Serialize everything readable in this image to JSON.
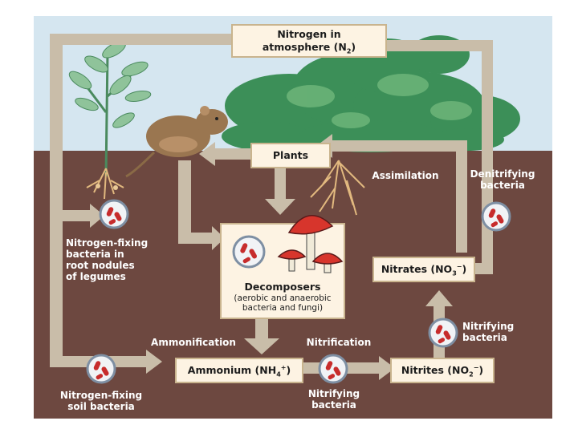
{
  "colors": {
    "sky": "#d5e6f0",
    "soil": "#6d4840",
    "arrow": "#c9bda9",
    "box_fill": "#fdf3e3",
    "box_border": "#c9b48e",
    "label_text": "#ffffff",
    "bacteria_ring": "#7e8fa3",
    "bacteria_cell": "#c72c2c",
    "mushroom_cap": "#d7352c",
    "foliage": "#3c8f58"
  },
  "boxes": {
    "atmosphere": {
      "line1": "Nitrogen in",
      "line2": "atmosphere (N",
      "sub": "2",
      "end": ")"
    },
    "plants": {
      "text": "Plants"
    },
    "decomposers": {
      "title": "Decomposers",
      "line1": "(aerobic and anaerobic",
      "line2": "bacteria and fungi)"
    },
    "ammonium": {
      "pre": "Ammonium (NH",
      "sub": "4",
      "sup": "+",
      "end": ")"
    },
    "nitrites": {
      "pre": "Nitrites (NO",
      "sub": "2",
      "sup": "−",
      "end": ")"
    },
    "nitrates": {
      "pre": "Nitrates (NO",
      "sub": "3",
      "sup": "−",
      "end": ")"
    }
  },
  "labels": {
    "assimilation": "Assimilation",
    "denitrifying": [
      "Denitrifying",
      "bacteria"
    ],
    "nodules": [
      "Nitrogen-fixing",
      "bacteria in",
      "root nodules",
      "of legumes"
    ],
    "soil_fixing": [
      "Nitrogen-fixing",
      "soil bacteria"
    ],
    "ammonification": "Ammonification",
    "nitrification": "Nitrification",
    "nitrifying_bottom": [
      "Nitrifying",
      "bacteria"
    ],
    "nitrifying_right": [
      "Nitrifying",
      "bacteria"
    ]
  }
}
